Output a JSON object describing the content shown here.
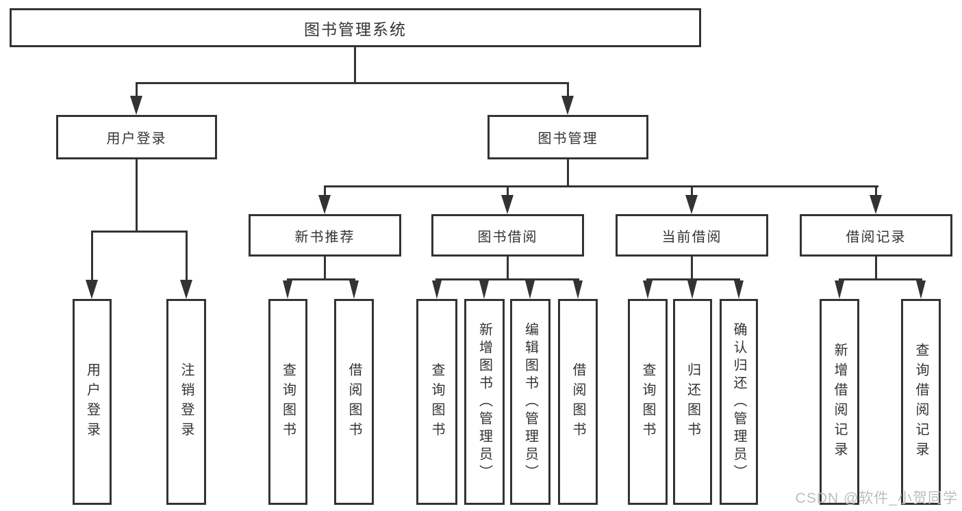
{
  "diagram": {
    "type": "hierarchy-chart",
    "colors": {
      "line": "#333333",
      "text": "#333333",
      "background": "#ffffff",
      "watermark": "#bdbdbd"
    },
    "watermark": "CSDN @软件_小贺同学",
    "nodes": {
      "root": {
        "label": "图书管理系统"
      },
      "user_login": {
        "label": "用户登录"
      },
      "book_management": {
        "label": "图书管理"
      },
      "new_book_recommend": {
        "label": "新书推荐"
      },
      "book_borrowing": {
        "label": "图书借阅"
      },
      "current_borrowing": {
        "label": "当前借阅"
      },
      "borrowing_records": {
        "label": "借阅记录"
      },
      "user_login_leaf": {
        "label": "用户登录"
      },
      "logout_leaf": {
        "label": "注销登录"
      },
      "rec_query_books": {
        "label": "查询图书"
      },
      "rec_borrow_books": {
        "label": "借阅图书"
      },
      "bb_query_books": {
        "label": "查询图书"
      },
      "bb_add_books": {
        "label": "新增图书（管理员）"
      },
      "bb_edit_books": {
        "label": "编辑图书（管理员）"
      },
      "bb_borrow_books": {
        "label": "借阅图书"
      },
      "cb_query_books": {
        "label": "查询图书"
      },
      "cb_return_books": {
        "label": "归还图书"
      },
      "cb_confirm_return": {
        "label": "确认归还（管理员）"
      },
      "br_add_record": {
        "label": "新增借阅记录"
      },
      "br_query_record": {
        "label": "查询借阅记录"
      }
    }
  }
}
